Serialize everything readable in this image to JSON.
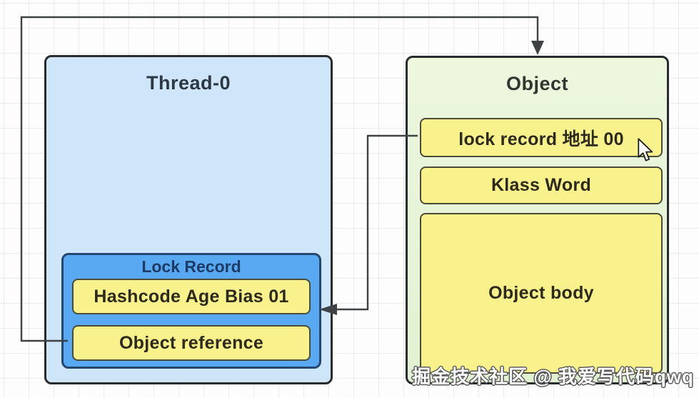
{
  "diagram": {
    "thread_box": {
      "title": "Thread-0",
      "lock_record_box": {
        "title": "Lock Record",
        "rows": [
          {
            "label": "Hashcode Age Bias 01"
          },
          {
            "label": "Object reference"
          }
        ]
      }
    },
    "object_box": {
      "title": "Object",
      "rows": [
        {
          "label": "lock record 地址 00"
        },
        {
          "label": "Klass Word"
        },
        {
          "label": "Object body"
        }
      ]
    },
    "watermark": "掘金技术社区 @ 我爱写代码qwq",
    "icons": {
      "cursor": "mouse-pointer-arrow"
    },
    "colors": {
      "thread_fill": "#cfe5fa",
      "object_fill": "#e7f4d9",
      "lock_record_fill": "#58a8f2",
      "lock_record_border": "#25476f",
      "cell_fill": "#f8f18c",
      "cell_border": "#4c4b38",
      "box_border": "#292c2e",
      "connector": "#3f4245",
      "title_text": "#2c3744",
      "lock_record_title_text": "#1d3b66"
    }
  }
}
